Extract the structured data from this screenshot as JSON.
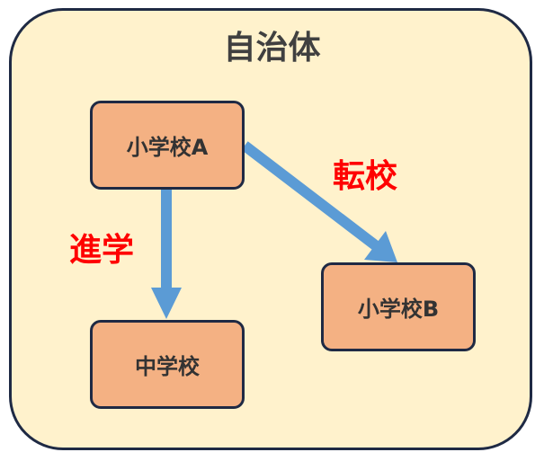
{
  "title": "自治体",
  "nodes": {
    "elementary_a": "小学校A",
    "junior_high": "中学校",
    "elementary_b": "小学校B"
  },
  "edges": {
    "advance": "進学",
    "transfer": "転校"
  },
  "colors": {
    "background": "#FFF2CC",
    "node_fill": "#F4B183",
    "border": "#1F2A44",
    "arrow": "#5B9BD5",
    "edge_label": "#FF0000"
  }
}
